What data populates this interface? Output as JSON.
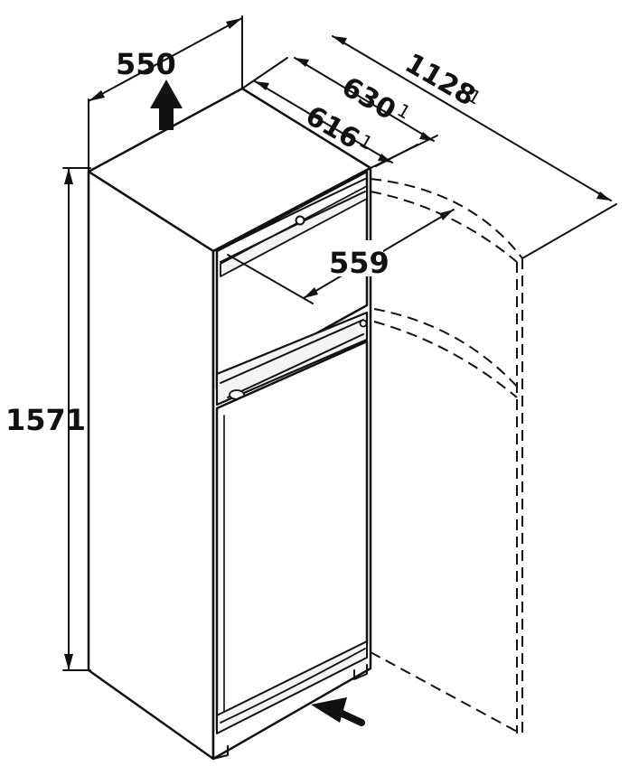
{
  "dimensions": {
    "width": "550",
    "height": "1571",
    "depth_body": "616",
    "depth_body_note": "1",
    "depth_handle": "630",
    "depth_handle_note": "1",
    "depth_door_open": "1128",
    "depth_door_open_note": "1",
    "door_clearance": "559"
  },
  "colors": {
    "line": "#111111",
    "background": "#ffffff"
  },
  "icons": {
    "top_arrow": "arrow-up-icon",
    "bottom_arrow": "arrow-right-icon"
  }
}
